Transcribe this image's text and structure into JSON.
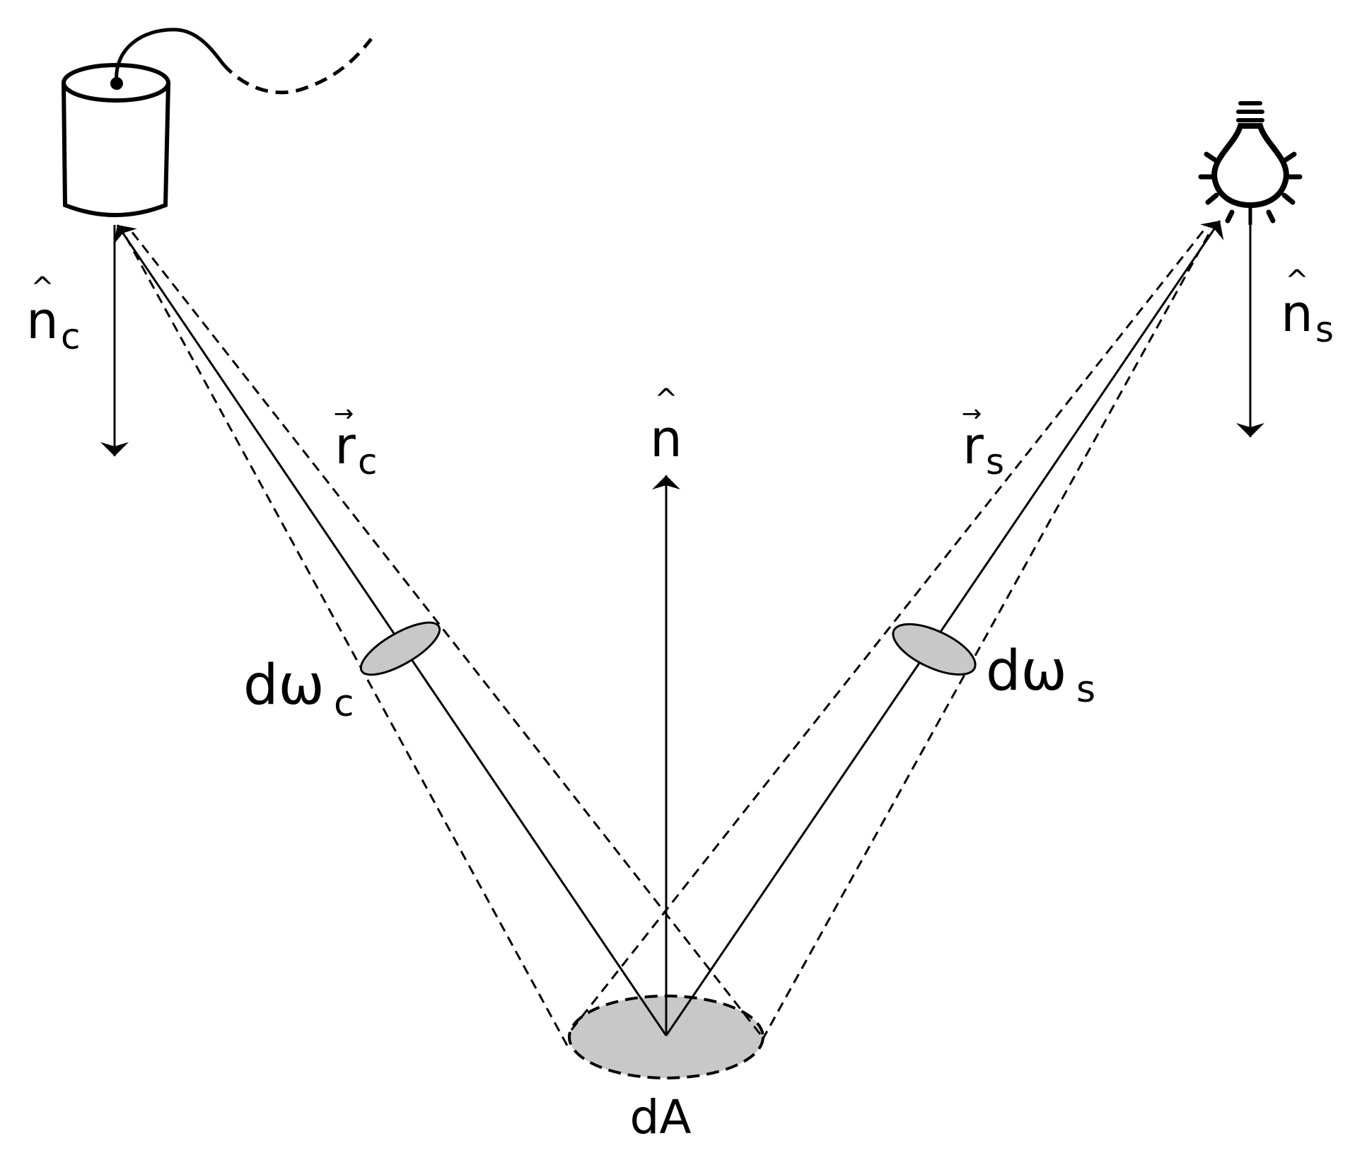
{
  "colors": {
    "stroke": "#000000",
    "fill_gray": "#c8c8c8",
    "background": "#ffffff"
  },
  "labels": {
    "n_hat": {
      "base": "n",
      "accent": "^"
    },
    "n_c": {
      "base": "n",
      "accent": "^",
      "sub": "c"
    },
    "n_s": {
      "base": "n",
      "accent": "^",
      "sub": "s"
    },
    "r_c": {
      "base": "r",
      "accent": "→",
      "sub": "c"
    },
    "r_s": {
      "base": "r",
      "accent": "→",
      "sub": "s"
    },
    "dw_c": {
      "base": "dω",
      "sub": "c"
    },
    "dw_s": {
      "base": "dω",
      "sub": "s"
    },
    "dA": {
      "base": "dA"
    }
  },
  "icons": {
    "camera": "camera-icon",
    "light": "light-bulb-icon"
  }
}
